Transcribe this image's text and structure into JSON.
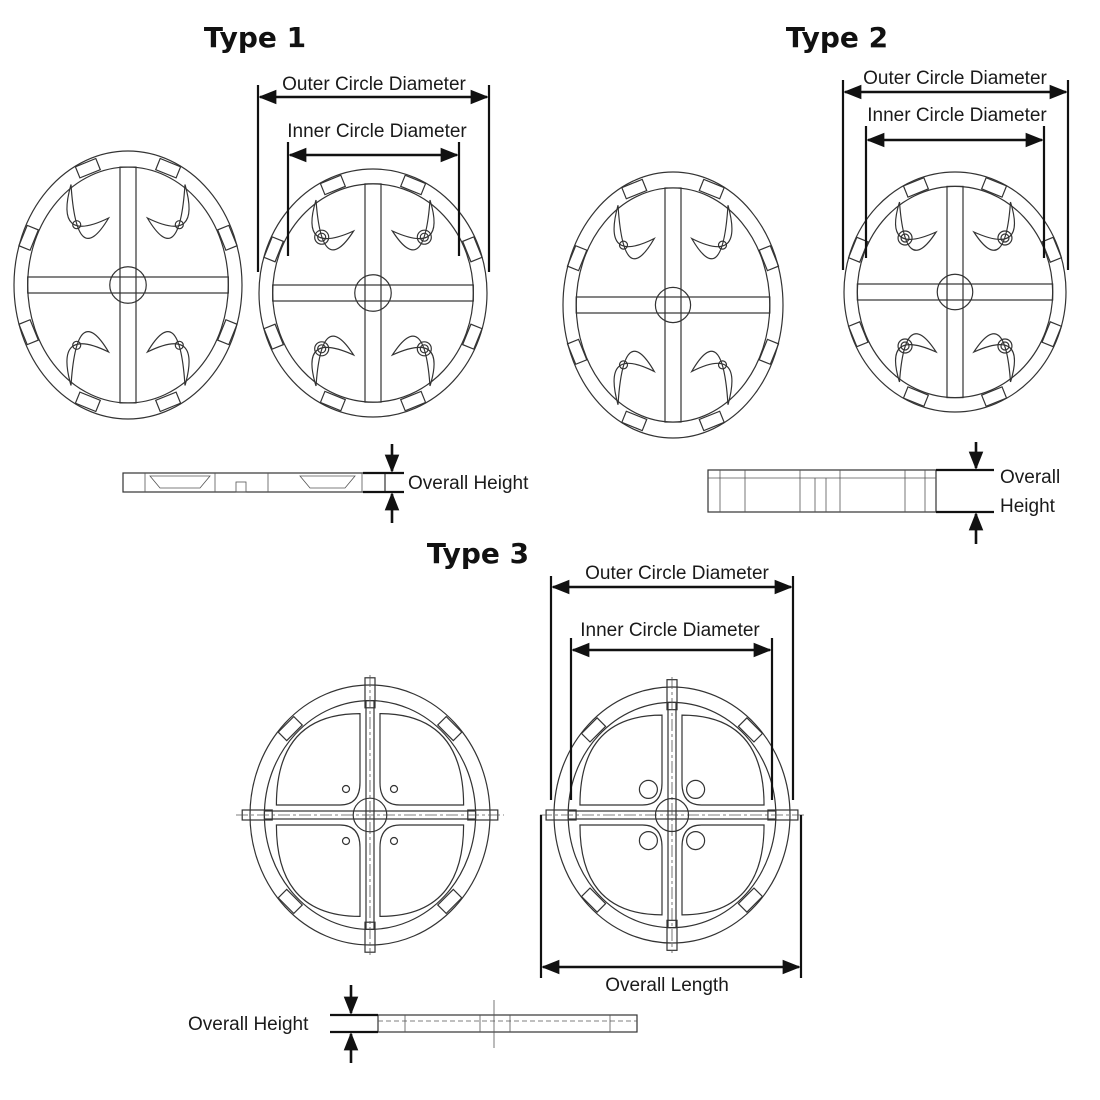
{
  "types": [
    {
      "title": "Type 1",
      "outer_label": "Outer Circle Diameter",
      "inner_label": "Inner Circle Diameter",
      "height_label": "Overall Height"
    },
    {
      "title": "Type 2",
      "outer_label": "Outer Circle Diameter",
      "inner_label": "Inner Circle Diameter",
      "height_label_line1": "Overall",
      "height_label_line2": "Height"
    },
    {
      "title": "Type 3",
      "outer_label": "Outer Circle Diameter",
      "inner_label": "Inner Circle Diameter",
      "length_label": "Overall Length",
      "height_label": "Overall Height"
    }
  ],
  "colors": {
    "line": "#111111",
    "part": "#333333",
    "background": "#ffffff"
  }
}
